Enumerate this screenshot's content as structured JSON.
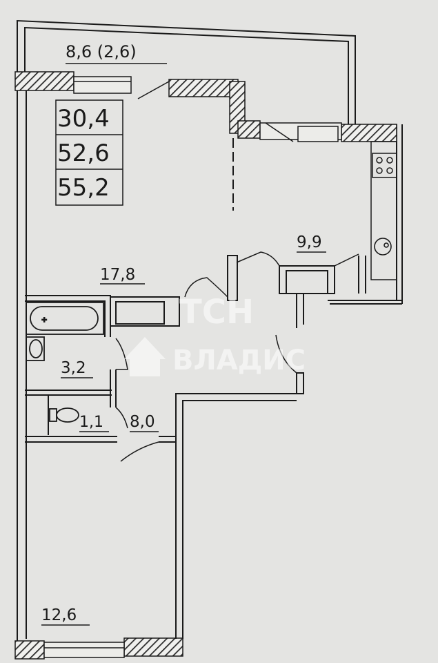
{
  "areas_box": {
    "living": "30,4",
    "total": "52,6",
    "total_with_balcony": "55,2"
  },
  "rooms": {
    "balcony": "8,6 (2,6)",
    "living_room": "17,8",
    "kitchen": "9,9",
    "bathroom": "3,2",
    "toilet": "1,1",
    "hall": "8,0",
    "bedroom": "12,6"
  },
  "watermark": {
    "brand_top": "ТСН",
    "brand_bottom": "ВЛАДИС"
  },
  "colors": {
    "paper": "#e4e4e2",
    "ink": "#1a1a1a",
    "hatch": "#2a2a2a"
  }
}
